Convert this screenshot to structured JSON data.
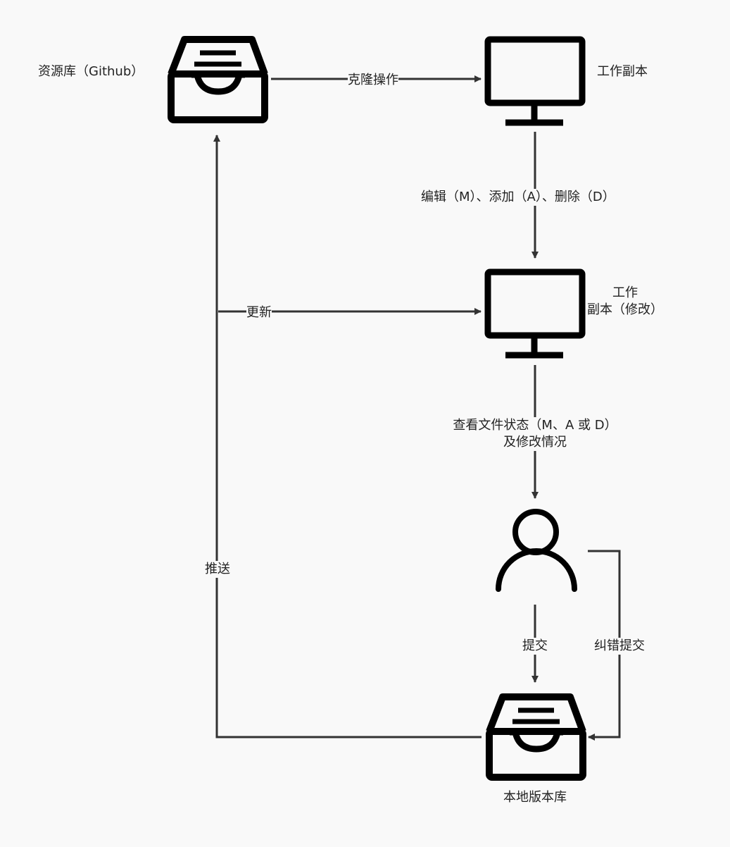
{
  "nodes": {
    "repo": "资源库（Github）",
    "working_copy": "工作副本",
    "working_copy_modified": [
      "工作",
      "副本（修改）"
    ],
    "local_repo": "本地版本库"
  },
  "edges": {
    "clone": "克隆操作",
    "edit": "编辑（M）、添加（A）、删除（D）",
    "update": "更新",
    "review": [
      "查看文件状态（M、A 或 D）",
      "及修改情况"
    ],
    "commit": "提交",
    "fix_commit": "纠错提交",
    "push": "推送"
  },
  "colors": {
    "stroke": "#333333",
    "icon": "#000000",
    "background": "#f9f9f9"
  },
  "icons": [
    "inbox-icon",
    "monitor-icon",
    "user-icon"
  ]
}
